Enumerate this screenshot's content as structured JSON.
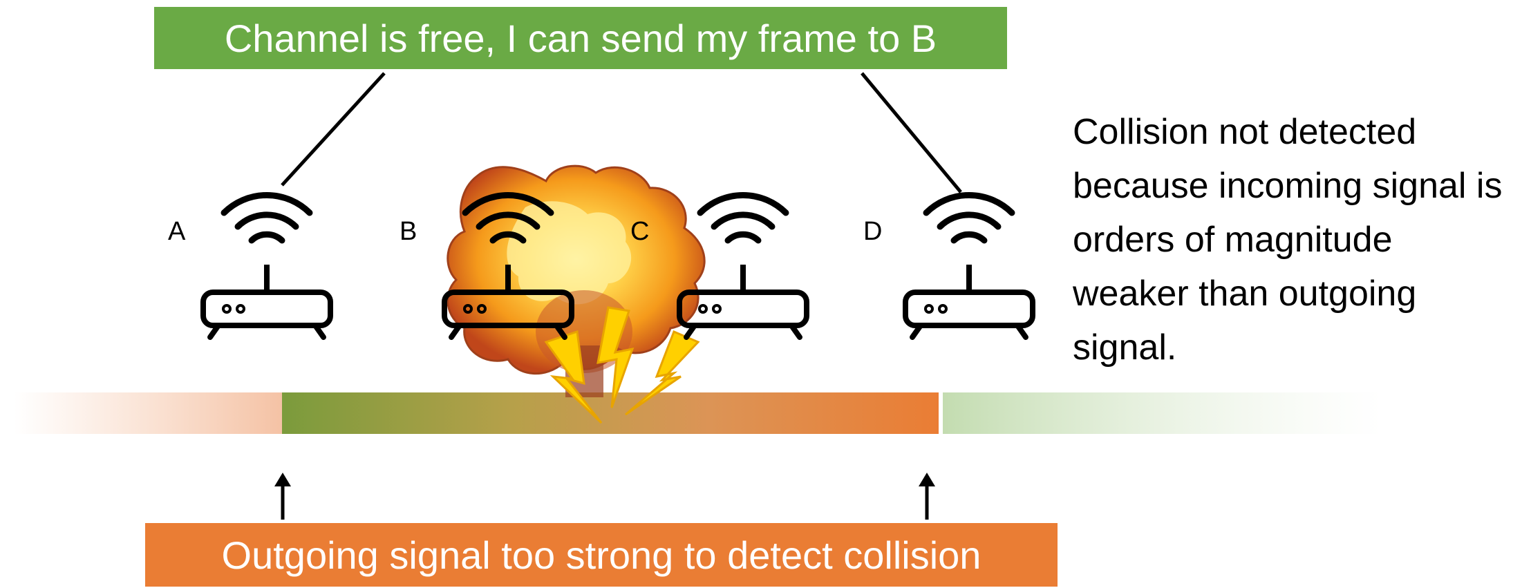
{
  "top_banner": {
    "text": "Channel is free, I can send my frame to B",
    "color": "#6aaa45"
  },
  "bottom_banner": {
    "text": "Outgoing signal too strong to detect collision",
    "color": "#ea7d34"
  },
  "nodes": [
    {
      "label": "A",
      "icon": "wifi-router-icon"
    },
    {
      "label": "B",
      "icon": "wifi-router-icon"
    },
    {
      "label": "C",
      "icon": "wifi-router-icon"
    },
    {
      "label": "D",
      "icon": "wifi-router-icon"
    }
  ],
  "note": {
    "text": "Collision not detected because incoming signal is orders of magnitude weaker than outgoing signal."
  },
  "icons": {
    "collision": "explosion-icon",
    "spark": "lightning-icon",
    "arrow": "arrow-up-icon"
  },
  "colors": {
    "green": "#6aaa45",
    "orange": "#ea7d34",
    "olive": "#7f9a3a",
    "fire": "#f39c12",
    "bolt": "#ffd000"
  }
}
